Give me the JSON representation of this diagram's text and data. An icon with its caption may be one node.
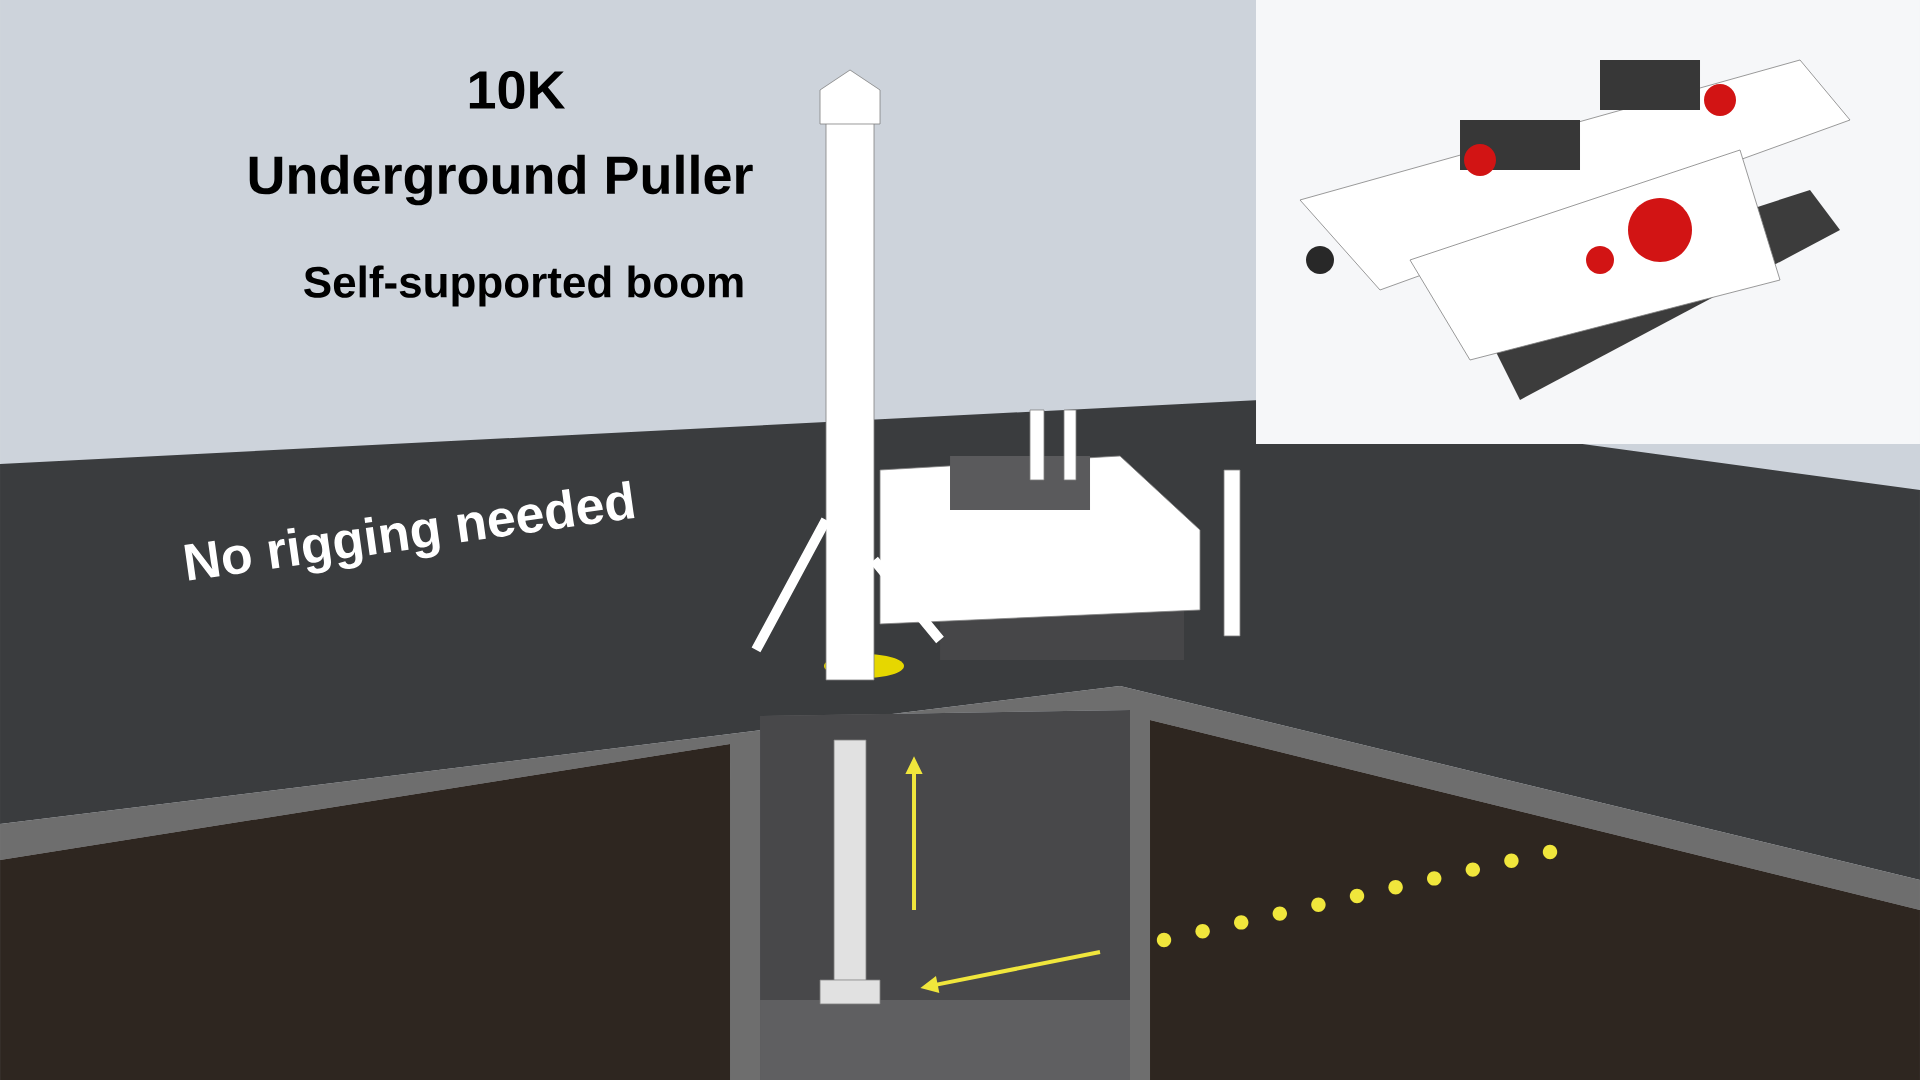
{
  "diagram": {
    "labels": [
      "10K",
      "Underground Puller",
      "Self-supported boom",
      "No rigging needed"
    ]
  }
}
